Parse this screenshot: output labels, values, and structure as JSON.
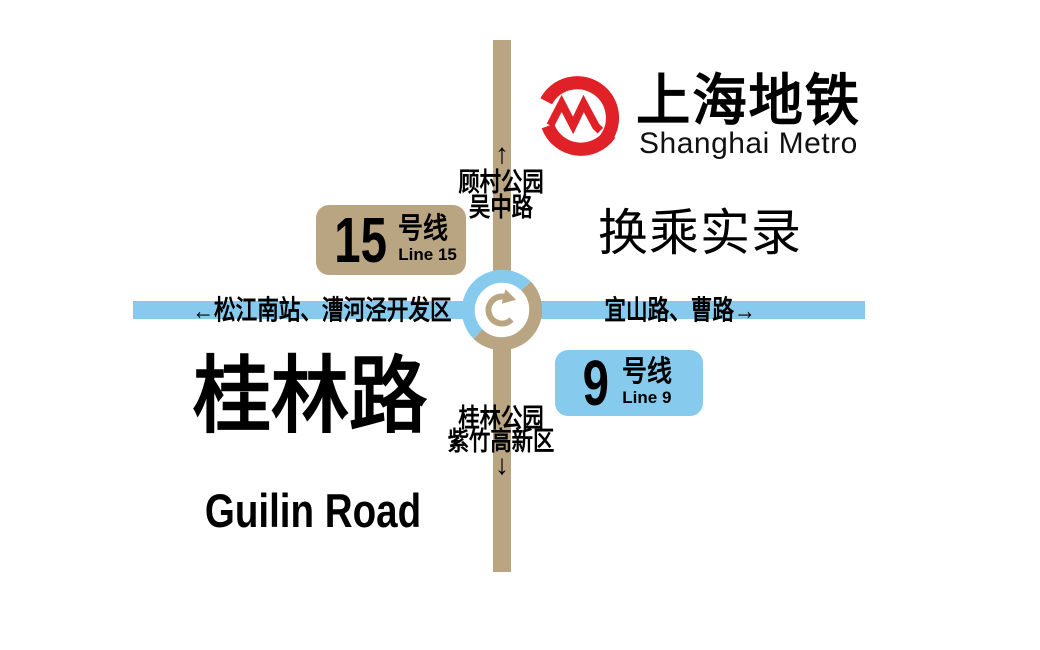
{
  "brand": {
    "name_cn": "上海地铁",
    "name_en": "Shanghai Metro",
    "logo_color": "#E02127"
  },
  "series_title": "换乘实录",
  "station": {
    "name_cn": "桂林路",
    "name_en": "Guilin Road"
  },
  "line15": {
    "color": "#B9A582",
    "badge": {
      "number": "15",
      "suffix": "号线",
      "english": "Line 15"
    },
    "north": {
      "arrow": "↑",
      "stations": [
        "顾村公园",
        "吴中路"
      ]
    },
    "south": {
      "stations": [
        "桂林公园",
        "紫竹高新区"
      ],
      "arrow": "↓"
    }
  },
  "line9": {
    "color": "#86CBEE",
    "badge": {
      "number": "9",
      "suffix": "号线",
      "english": "Line 9"
    },
    "west_label": "←松江南站、漕河泾开发区",
    "east_label": "宜山路、曹路→"
  }
}
